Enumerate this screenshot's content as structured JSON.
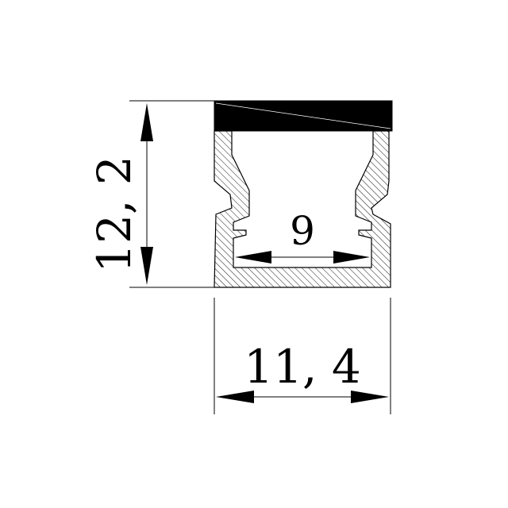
{
  "drawing": {
    "dimensions": {
      "height_label": "12, 2",
      "width_label": "11, 4",
      "inner_width_label": "9"
    },
    "colors": {
      "line": "#000000",
      "background": "#ffffff",
      "cover": "#000000"
    }
  }
}
